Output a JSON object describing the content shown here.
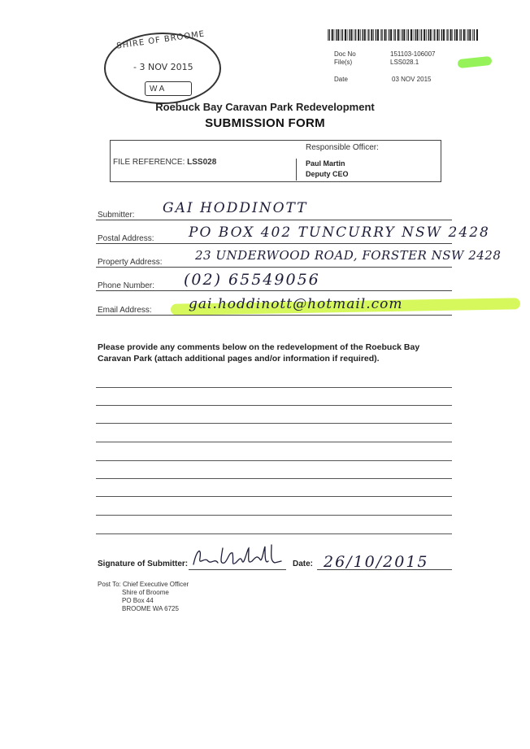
{
  "stamp": {
    "arc_text": "SHIRE OF BROOME",
    "date": "- 3 NOV 2015",
    "state": "W A"
  },
  "doc_meta": {
    "doc_no_label": "Doc No",
    "doc_no_value": "151103-106007",
    "file_label": "File(s)",
    "file_value": "LSS028.1",
    "date_label": "Date",
    "date_value": "03 NOV 2015"
  },
  "header": {
    "title": "Roebuck Bay Caravan Park Redevelopment",
    "subtitle": "SUBMISSION FORM"
  },
  "reference": {
    "file_reference_label": "FILE REFERENCE:",
    "file_reference_value": "LSS028",
    "responsible_label": "Responsible Officer:",
    "officer_name": "Paul Martin",
    "officer_title": "Deputy CEO"
  },
  "fields": {
    "submitter_label": "Submitter:",
    "submitter_value": "GAI HODDINOTT",
    "postal_label": "Postal Address:",
    "postal_value": "PO BOX 402 TUNCURRY NSW 2428",
    "property_label": "Property Address:",
    "property_value": "23 UNDERWOOD ROAD, FORSTER NSW 2428",
    "phone_label": "Phone Number:",
    "phone_value": "(02) 65549056",
    "email_label": "Email Address:",
    "email_value": "gai.hoddinott@hotmail.com"
  },
  "instructions": "Please provide any comments below on the redevelopment of the Roebuck Bay Caravan Park (attach additional pages and/or information if required).",
  "signature": {
    "signature_label": "Signature of Submitter:",
    "date_label": "Date:",
    "date_value": "26/10/2015"
  },
  "post_to": {
    "line1": "Post To: Chief Executive Officer",
    "line2": "Shire of Broome",
    "line3": "PO Box 44",
    "line4": "BROOME  WA  6725"
  },
  "colors": {
    "highlighter_green": "#c8f526",
    "ink": "#1e1e3a"
  }
}
